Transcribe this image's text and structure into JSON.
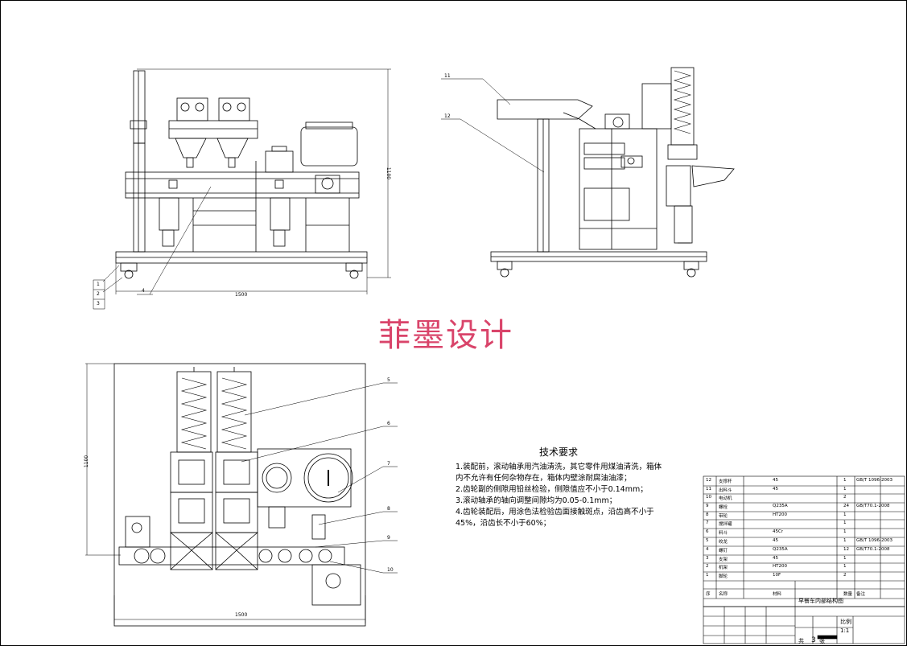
{
  "watermark": "菲墨设计",
  "technical_requirements": {
    "title": "技术要求",
    "lines": [
      "1.装配前，滚动轴承用汽油清洗，其它零件用煤油清洗，箱体",
      "内不允许有任何杂物存在，箱体内壁涂耐腐油油漆；",
      "2.齿轮副的侧隙用铅丝检验，侧隙值应不小于0.14mm；",
      "3.滚动轴承的轴向调整间隙均为0.05-0.1mm；",
      "4.齿轮装配后，用涂色法检验齿面接触斑点，沿齿高不小于",
      "45%，沿齿长不小于60%；"
    ]
  },
  "balloons": {
    "front_view": [
      "1",
      "2",
      "3",
      "4"
    ],
    "side_view": [
      "11",
      "12"
    ],
    "top_view": [
      "5",
      "6",
      "7",
      "8",
      "9",
      "10"
    ]
  },
  "bom": {
    "rows": [
      {
        "no": "12",
        "name": "支撑杆",
        "material": "45",
        "qty": "1",
        "note": "GB/T 1096-2003"
      },
      {
        "no": "11",
        "name": "出料斗",
        "material": "45",
        "qty": "1",
        "note": ""
      },
      {
        "no": "10",
        "name": "电动机",
        "material": "",
        "qty": "2",
        "note": ""
      },
      {
        "no": "9",
        "name": "螺栓",
        "material": "Q235A",
        "qty": "24",
        "note": "GB/T70.1-2008"
      },
      {
        "no": "8",
        "name": "带轮",
        "material": "HT200",
        "qty": "1",
        "note": ""
      },
      {
        "no": "7",
        "name": "搅拌罐",
        "material": "",
        "qty": "1",
        "note": ""
      },
      {
        "no": "6",
        "name": "料斗",
        "material": "45Cr",
        "qty": "1",
        "note": ""
      },
      {
        "no": "5",
        "name": "绞龙",
        "material": "45",
        "qty": "1",
        "note": "GB/T 1096-2003"
      },
      {
        "no": "4",
        "name": "螺钉",
        "material": "Q235A",
        "qty": "12",
        "note": "GB/T70.1-2008"
      },
      {
        "no": "3",
        "name": "支架",
        "material": "45",
        "qty": "1",
        "note": ""
      },
      {
        "no": "2",
        "name": "机架",
        "material": "HT200",
        "qty": "1",
        "note": ""
      },
      {
        "no": "1",
        "name": "脚轮",
        "material": "10F",
        "qty": "2",
        "note": ""
      }
    ],
    "header": {
      "no": "序",
      "name": "名称",
      "material": "材料",
      "qty": "数量",
      "note": "备注"
    }
  },
  "title_block": {
    "drawing_title": "早餐车内部结构图",
    "scale": "1:1",
    "sheet_prefix": "共",
    "sheet_count": "3",
    "sheet_unit": "张",
    "scale_label": "比例"
  },
  "dimensions": {
    "front_width": "1500",
    "front_height": "1100",
    "top_width": "1500",
    "top_height": "1100"
  }
}
